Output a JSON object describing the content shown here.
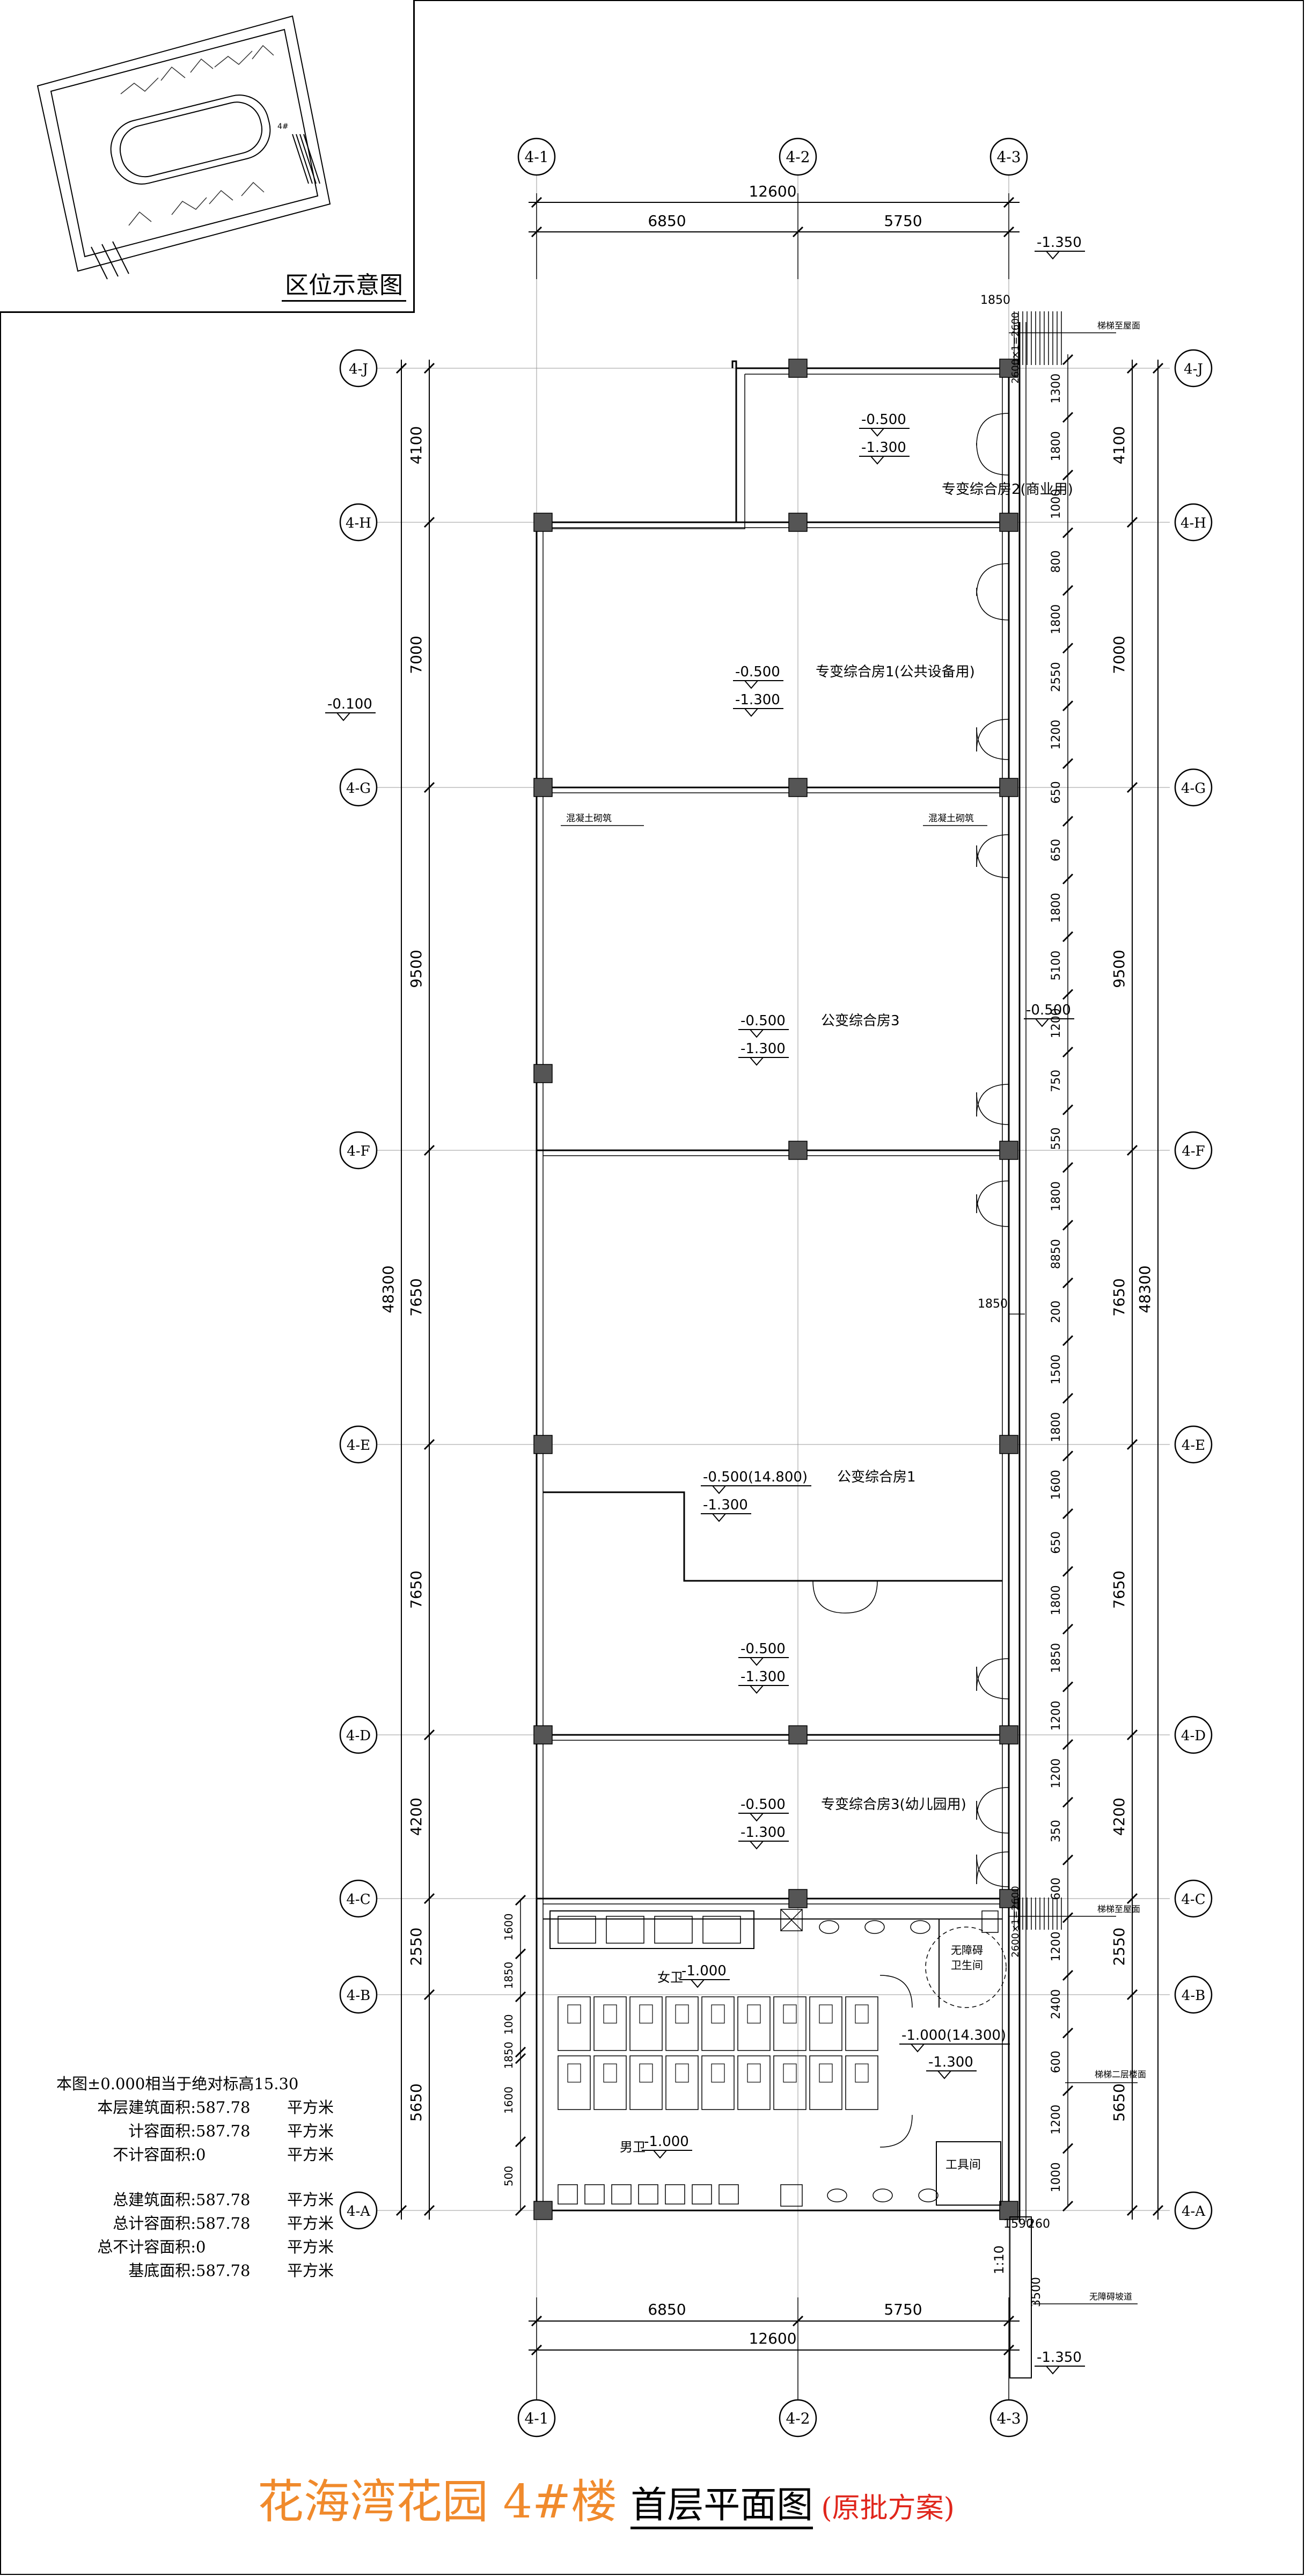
{
  "keymap": {
    "title": "区位示意图",
    "label": "4#"
  },
  "grid": {
    "cols": [
      "4-1",
      "4-2",
      "4-3"
    ],
    "rows": [
      "4-J",
      "4-H",
      "4-G",
      "4-F",
      "4-E",
      "4-D",
      "4-C",
      "4-B",
      "4-A"
    ]
  },
  "dims": {
    "top_total": "12600",
    "top_a": "6850",
    "top_b": "5750",
    "bottom_total": "12600",
    "bottom_a": "6850",
    "bottom_b": "5750",
    "left_segments": [
      "4100",
      "7000",
      "9500",
      "7650",
      "7650",
      "4200",
      "2550",
      "5650"
    ],
    "left_total": "48300",
    "right_segments": [
      "4100",
      "7000",
      "9500",
      "7650",
      "7650",
      "4200",
      "2550",
      "5650"
    ],
    "right_total": "48300",
    "stair_width_top": "1850",
    "corridor_width_mid": "1850",
    "right_detail": [
      "1300",
      "1800",
      "1000",
      "800",
      "1800",
      "2550",
      "1200",
      "650",
      "650",
      "1800",
      "5100",
      "1200",
      "750",
      "550",
      "1800",
      "8850",
      "200",
      "1500",
      "1800",
      "1600",
      "650",
      "1800",
      "1850",
      "1200",
      "1200",
      "350",
      "600",
      "1200",
      "2400",
      "600",
      "1200",
      "1000"
    ],
    "ramp_top": "2600×1=2600",
    "ramp_bottom": "2600×1=2600",
    "left_wc": [
      "1600",
      "1850",
      "100",
      "1850",
      "1600",
      "500"
    ],
    "bottom_right": [
      "1590",
      "260"
    ],
    "ramp_len": "3500",
    "ramp_slope": "1:10"
  },
  "elevations": {
    "outside_top": "-1.350",
    "outside_bottom": "-1.350",
    "outside_left": "-0.100",
    "corridor": "-0.500"
  },
  "rooms": [
    {
      "elev": "-0.500",
      "floor": "-1.300",
      "name": "专变综合房2(商业用)"
    },
    {
      "elev": "-0.500",
      "floor": "-1.300",
      "name": "专变综合房1(公共设备用)"
    },
    {
      "elev": "-0.500",
      "floor": "-1.300",
      "name": "公变综合房3"
    },
    {
      "elev": "-0.500(14.800)",
      "floor": "-1.300",
      "name": "公变综合房1"
    },
    {
      "elev": "-0.500",
      "floor": "-1.300",
      "name": ""
    },
    {
      "elev": "-0.500",
      "floor": "-1.300",
      "name": "专变综合房3(幼儿园用)"
    }
  ],
  "wc": {
    "female": {
      "name": "女卫",
      "elev": "-1.000"
    },
    "male": {
      "name": "男卫",
      "elev": "-1.000"
    },
    "lobby_elev": "-1.000(14.300)",
    "lobby_floor": "-1.300",
    "accessible": "无障碍卫生间",
    "janitor": "工具间"
  },
  "tags": {
    "shaft_left": "混凝土砌筑",
    "shaft_right": "混凝土砌筑",
    "stair_top": "梯梯至屋面",
    "stair_bottom": "梯梯至屋面",
    "ramp_right": "梯梯二层楼面",
    "ramp_bottom": "无障碍坡道"
  },
  "notes": {
    "datum": "本图±0.000相当于绝对标高15.30",
    "rows": [
      {
        "label": "本层建筑面积:",
        "value": "587.78",
        "unit": "平方米"
      },
      {
        "label": "计容面积:",
        "value": "587.78",
        "unit": "平方米"
      },
      {
        "label": "不计容面积:",
        "value": "0",
        "unit": "平方米"
      },
      {
        "label": "总建筑面积:",
        "value": "587.78",
        "unit": "平方米"
      },
      {
        "label": "总计容面积:",
        "value": "587.78",
        "unit": "平方米"
      },
      {
        "label": "总不计容面积:",
        "value": "0",
        "unit": "平方米"
      },
      {
        "label": "基底面积:",
        "value": "587.78",
        "unit": "平方米"
      }
    ]
  },
  "title": {
    "project": "花海湾花园 4#楼",
    "drawing": "首层平面图",
    "note": "(原批方案)"
  }
}
